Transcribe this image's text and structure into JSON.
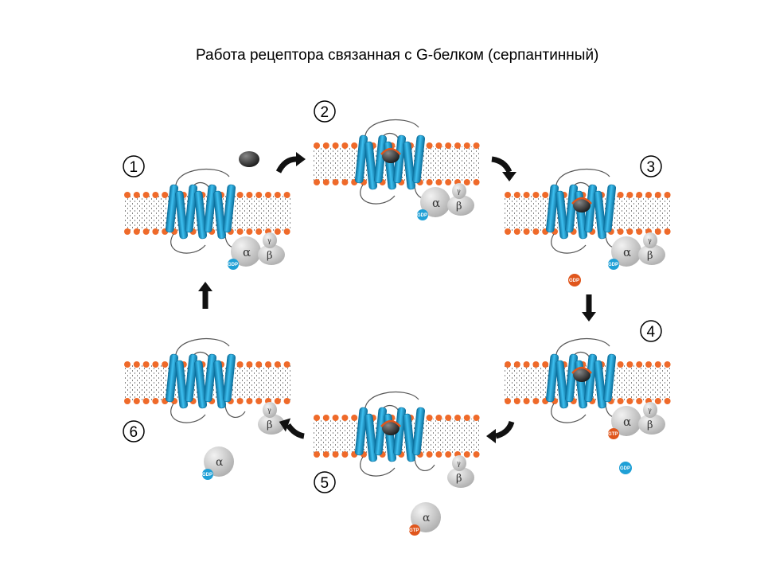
{
  "title": "Работа рецептора связанная с G-белком (серпантинный)",
  "steps": [
    {
      "number": "1",
      "alpha": "α",
      "beta": "β",
      "gamma": "γ",
      "nucleotide": "GDP"
    },
    {
      "number": "2",
      "alpha": "α",
      "beta": "β",
      "gamma": "γ",
      "nucleotide": "GDP"
    },
    {
      "number": "3",
      "alpha": "α",
      "beta": "β",
      "gamma": "γ",
      "nucleotide": "GDP",
      "released": "GDP"
    },
    {
      "number": "4",
      "alpha": "α",
      "beta": "β",
      "gamma": "γ",
      "nucleotide": "GTP",
      "released": "GDP"
    },
    {
      "number": "5",
      "beta": "β",
      "gamma": "γ",
      "free_alpha": "α",
      "free_nucleotide": "GTP"
    },
    {
      "number": "6",
      "beta": "β",
      "gamma": "γ",
      "free_alpha": "α",
      "free_nucleotide": "GDP"
    }
  ],
  "colors": {
    "helix": "#1fa0d6",
    "helix_dark": "#0b6f9c",
    "lipid_head": "#ef6a2a",
    "protein": "#c8c8c8",
    "ligand": "#222222",
    "gtp": "#e0561c",
    "gdp": "#1fa0d6"
  }
}
